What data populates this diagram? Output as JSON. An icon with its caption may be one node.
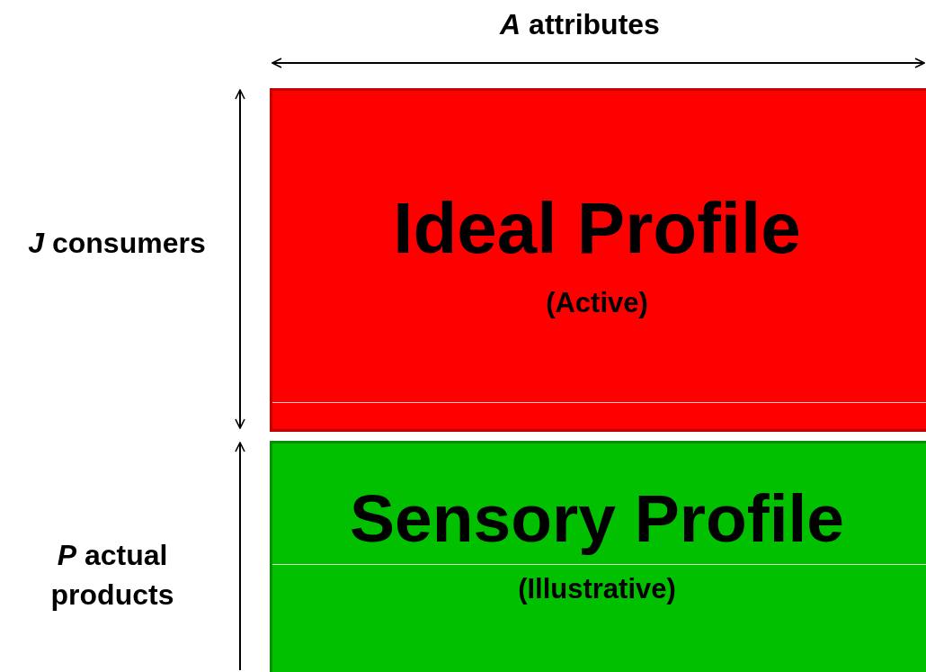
{
  "diagram": {
    "nodes": [
      {
        "text": [
          "Ideal Profile",
          "(Active)"
        ]
      },
      {
        "text": [
          "Sensory Profile",
          "(Illustrative)"
        ]
      }
    ],
    "labels": [
      "*A* attributes",
      "*J* consumers",
      "*P* actual products"
    ]
  }
}
